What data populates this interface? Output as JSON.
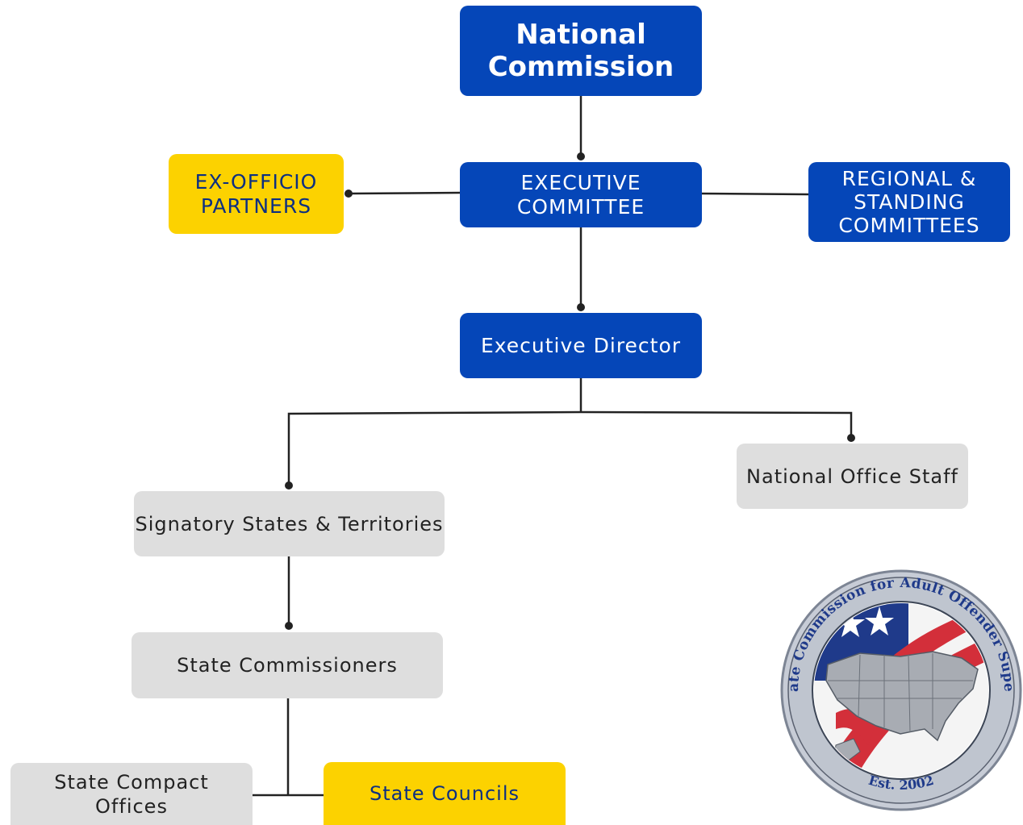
{
  "nodes": {
    "national_commission": "National\nCommission",
    "executive_committee": "EXECUTIVE\nCOMMITTEE",
    "ex_officio_partners": "EX-OFFICIO\nPARTNERS",
    "regional_standing_committees": "REGIONAL &\nSTANDING\nCOMMITTEES",
    "executive_director": "Executive Director",
    "national_office_staff": "National Office Staff",
    "signatory_states_territories": "Signatory States & Territories",
    "state_commissioners": "State Commissioners",
    "state_compact_offices": "State Compact\nOffices",
    "state_councils": "State Councils"
  },
  "seal": {
    "ring_text": "Interstate Commission for Adult Offender Supervision",
    "est_text": "Est. 2002"
  },
  "colors": {
    "blue": "#0546b8",
    "yellow": "#fcd200",
    "gray": "#dedede",
    "line": "#222222"
  }
}
